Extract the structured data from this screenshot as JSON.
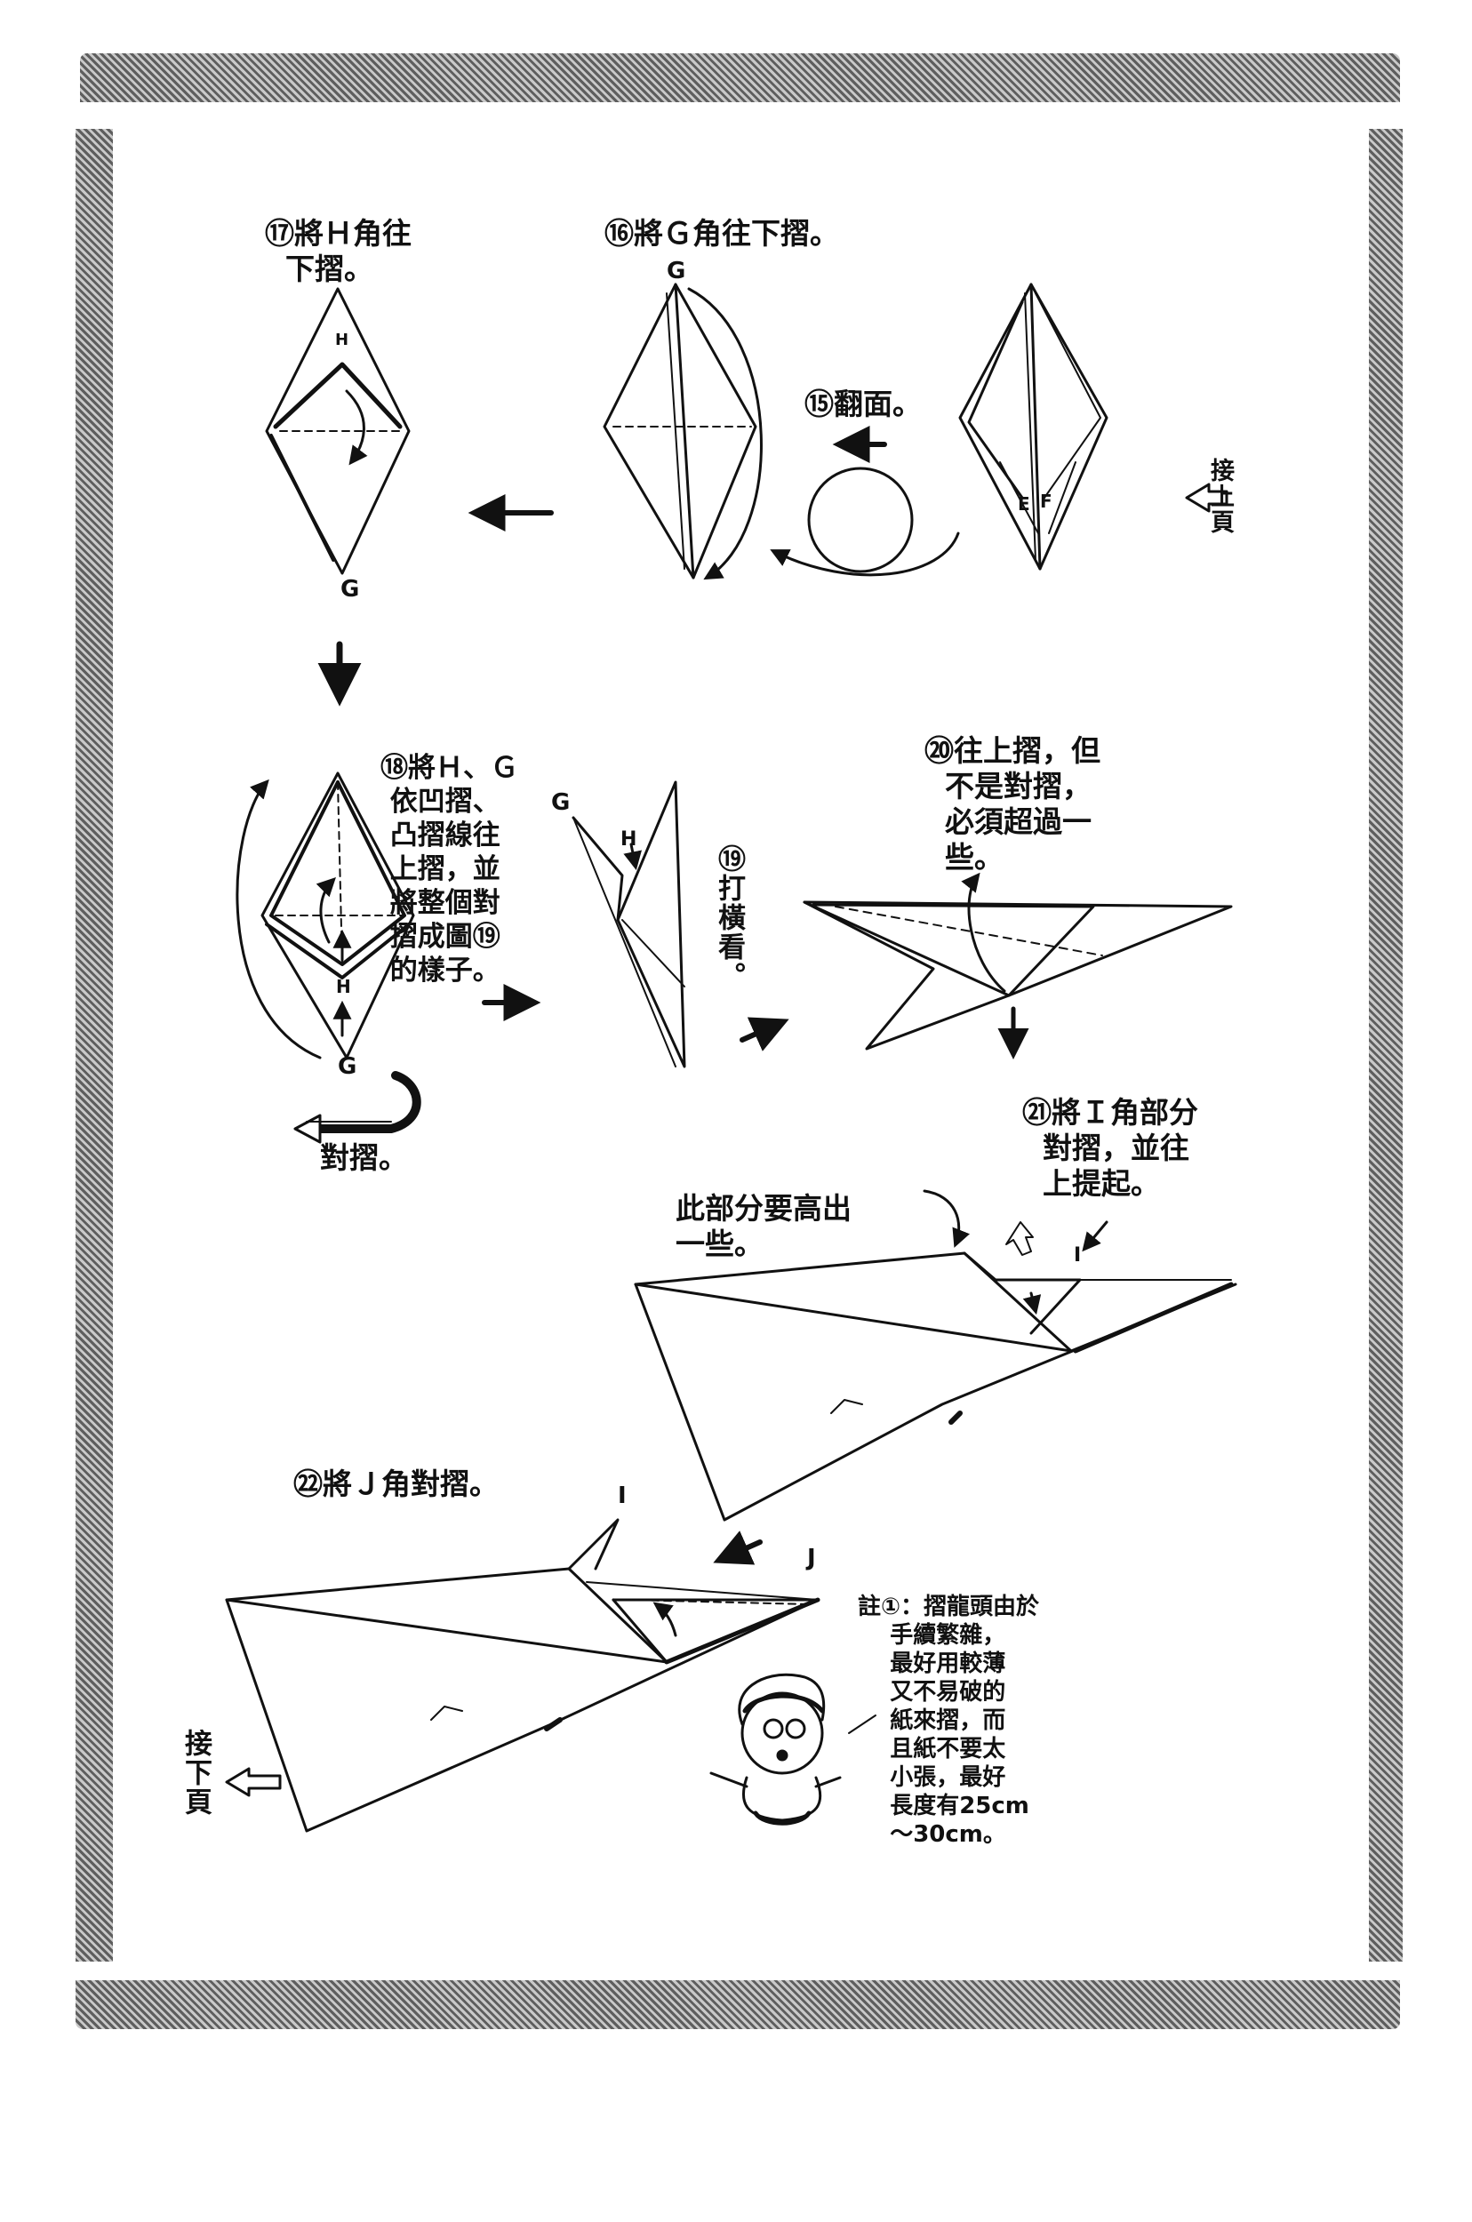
{
  "steps": {
    "s15": "⑮翻面。",
    "s16": "⑯將Ｇ角往下摺。",
    "s17": "⑰將Ｈ角往\n  下摺。",
    "s18": "⑱將Ｈ、Ｇ\n 依凹摺、\n 凸摺線往\n 上摺，並\n 將整個對\n 摺成圖⑲\n 的樣子。",
    "s18_fold": "對摺。",
    "s19": "⑲打橫看。",
    "s20": "⑳往上摺，但\n  不是對摺，\n  必須超過一\n  些。",
    "s21": "㉑將Ｉ角部分\n  對摺，並往\n  上提起。",
    "s21_note": "此部分要高出\n一些。",
    "s22": "㉒將Ｊ角對摺。"
  },
  "nav": {
    "prev": "接上頁",
    "next": "接下頁"
  },
  "note": "註①：摺龍頭由於\n    手續繁雜，\n    最好用較薄\n    又不易破的\n    紙來摺，而\n    且紙不要太\n    小張，最好\n    長度有25cm\n    ～30cm。",
  "labels": {
    "g": "G",
    "h": "H",
    "e": "E",
    "f": "F",
    "i": "I",
    "j": "J"
  },
  "icons": [
    "arrow-left-icon",
    "arrow-down-icon",
    "hollow-arrow-left-icon",
    "flip-circle-icon",
    "fold-arrow-icon",
    "cartoon-boy-icon"
  ]
}
